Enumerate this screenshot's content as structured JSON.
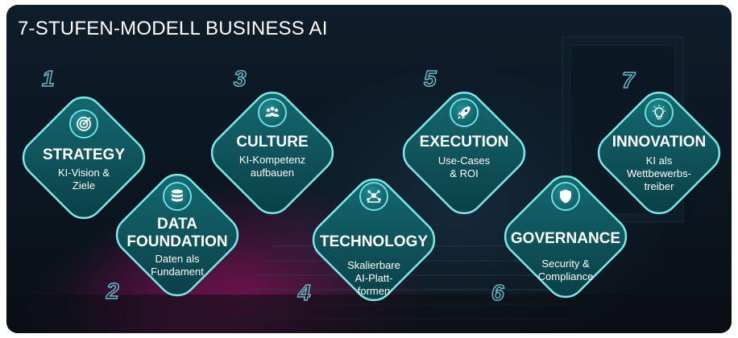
{
  "title": "7-STUFEN-MODELL BUSINESS AI",
  "colors": {
    "accent": "#6fe0e0",
    "tile_fill": "#0e4f57",
    "tile_border": "#7ee8e8",
    "number_outline": "#6ab8c8"
  },
  "steps": [
    {
      "number": "1",
      "heading_lines": [
        "STRATEGY"
      ],
      "desc_lines": [
        "KI-Vision &",
        "Ziele"
      ],
      "icon": "target-icon"
    },
    {
      "number": "2",
      "heading_lines": [
        "DATA",
        "FOUNDATION"
      ],
      "desc_lines": [
        "Daten als",
        "Fundament"
      ],
      "icon": "database-icon"
    },
    {
      "number": "3",
      "heading_lines": [
        "CULTURE"
      ],
      "desc_lines": [
        "KI-Kompetenz",
        "aufbauen"
      ],
      "icon": "team-icon"
    },
    {
      "number": "4",
      "heading_lines": [
        "TECHNOLOGY"
      ],
      "desc_lines": [
        "Skalierbare",
        "AI-Platt-",
        "formen"
      ],
      "icon": "network-icon"
    },
    {
      "number": "5",
      "heading_lines": [
        "EXECUTION"
      ],
      "desc_lines": [
        "Use-Cases",
        "& ROI"
      ],
      "icon": "rocket-icon"
    },
    {
      "number": "6",
      "heading_lines": [
        "GOVERNANCE"
      ],
      "desc_lines": [
        "Security &",
        "Compliance"
      ],
      "icon": "shield-icon"
    },
    {
      "number": "7",
      "heading_lines": [
        "INNOVATION"
      ],
      "desc_lines": [
        "KI als",
        "Wettbewerbs-",
        "treiber"
      ],
      "icon": "lightbulb-icon"
    }
  ]
}
